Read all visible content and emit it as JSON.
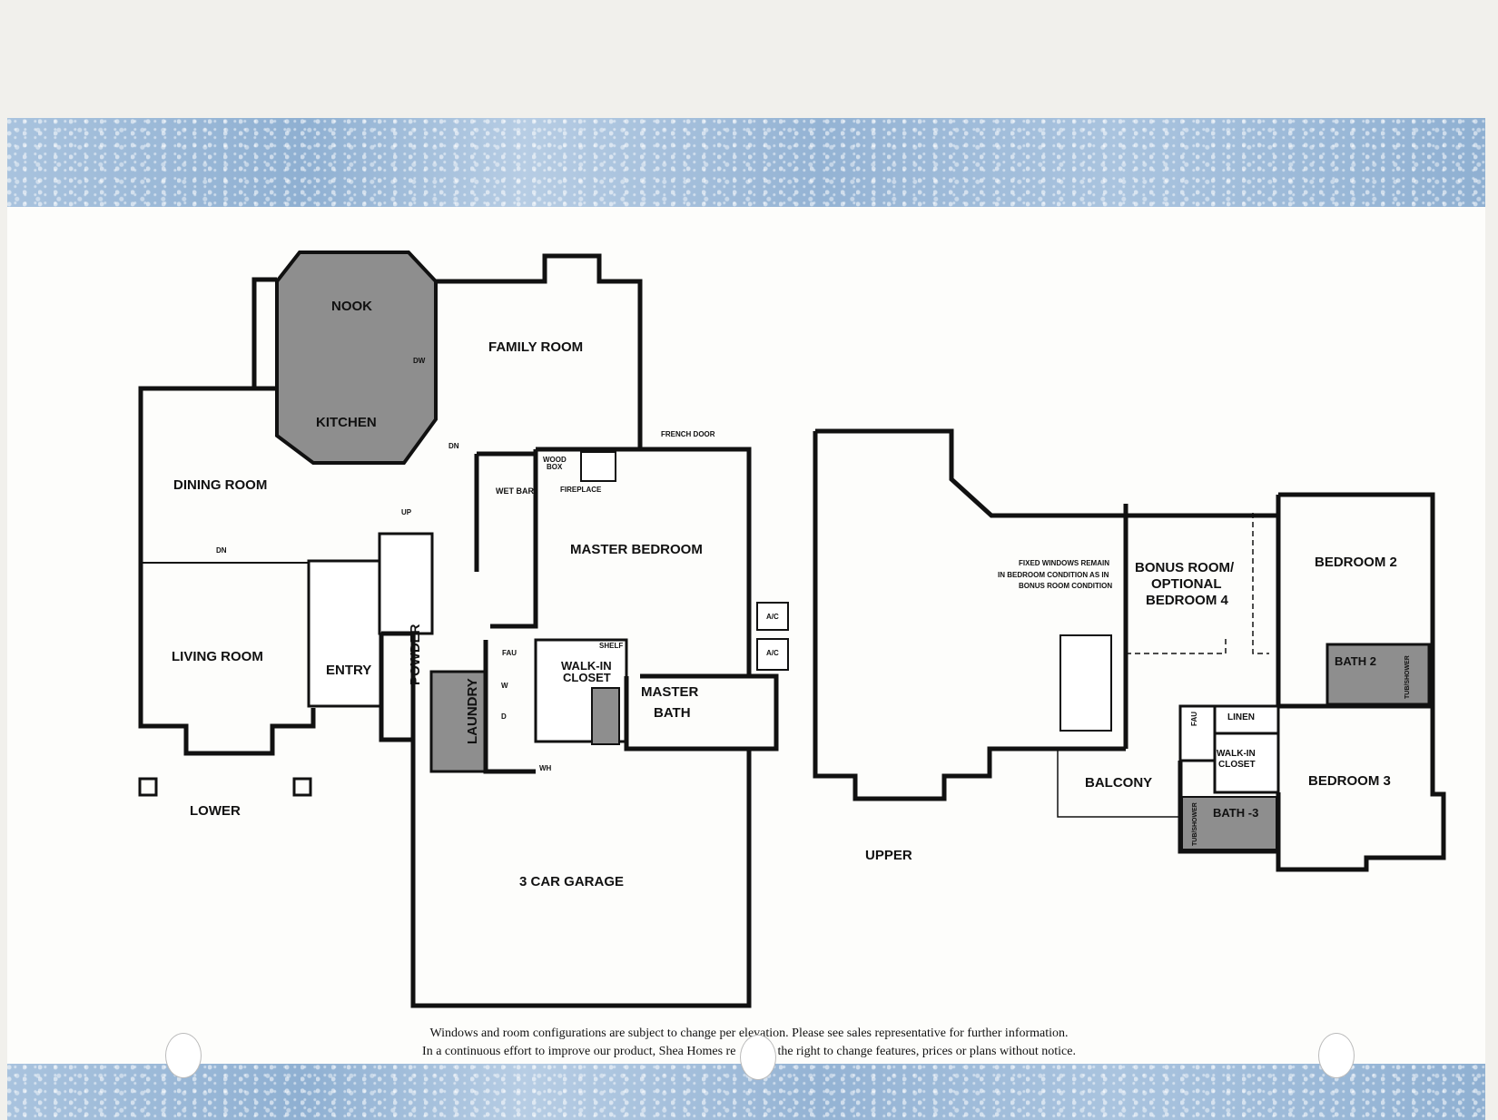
{
  "labels": {
    "nook": "NOOK",
    "family_room": "FAMILY ROOM",
    "kitchen": "KITCHEN",
    "dining_room": "DINING ROOM",
    "living_room": "LIVING ROOM",
    "entry": "ENTRY",
    "master_bedroom": "MASTER BEDROOM",
    "master_bath_1": "MASTER",
    "master_bath_2": "BATH",
    "walk_in_closet_1": "WALK-IN",
    "walk_in_closet_2": "CLOSET",
    "powder": "POWDER",
    "laundry": "LAUNDRY",
    "garage": "3 CAR GARAGE",
    "lower": "LOWER",
    "upper": "UPPER",
    "wet_bar": "WET BAR",
    "fireplace": "FIREPLACE",
    "wood_box_1": "WOOD",
    "wood_box_2": "BOX",
    "french_door": "FRENCH DOOR",
    "fau": "FAU",
    "shelf": "SHELF",
    "wh": "WH",
    "ac": "A/C",
    "dw": "DW",
    "w": "W",
    "d": "D",
    "up": "UP",
    "dn": "DN",
    "bonus_1": "BONUS ROOM/",
    "bonus_2": "OPTIONAL",
    "bonus_3": "BEDROOM 4",
    "fixed_1": "FIXED WINDOWS REMAIN",
    "fixed_2": "IN BEDROOM CONDITION AS IN",
    "fixed_3": "BONUS ROOM CONDITION",
    "bedroom2": "BEDROOM 2",
    "bedroom3": "BEDROOM 3",
    "bath2": "BATH 2",
    "bath3": "BATH -3",
    "linen": "LINEN",
    "balcony": "BALCONY",
    "tub_shower": "TUB/SHOWER"
  },
  "footnote": {
    "line1": "Windows and room configurations are subject to change per elevation. Please see sales representative for further information.",
    "line2_a": "In a continuous effort to improve our product, Shea Homes re",
    "line2_b": "the right to change features, prices or plans without notice."
  }
}
